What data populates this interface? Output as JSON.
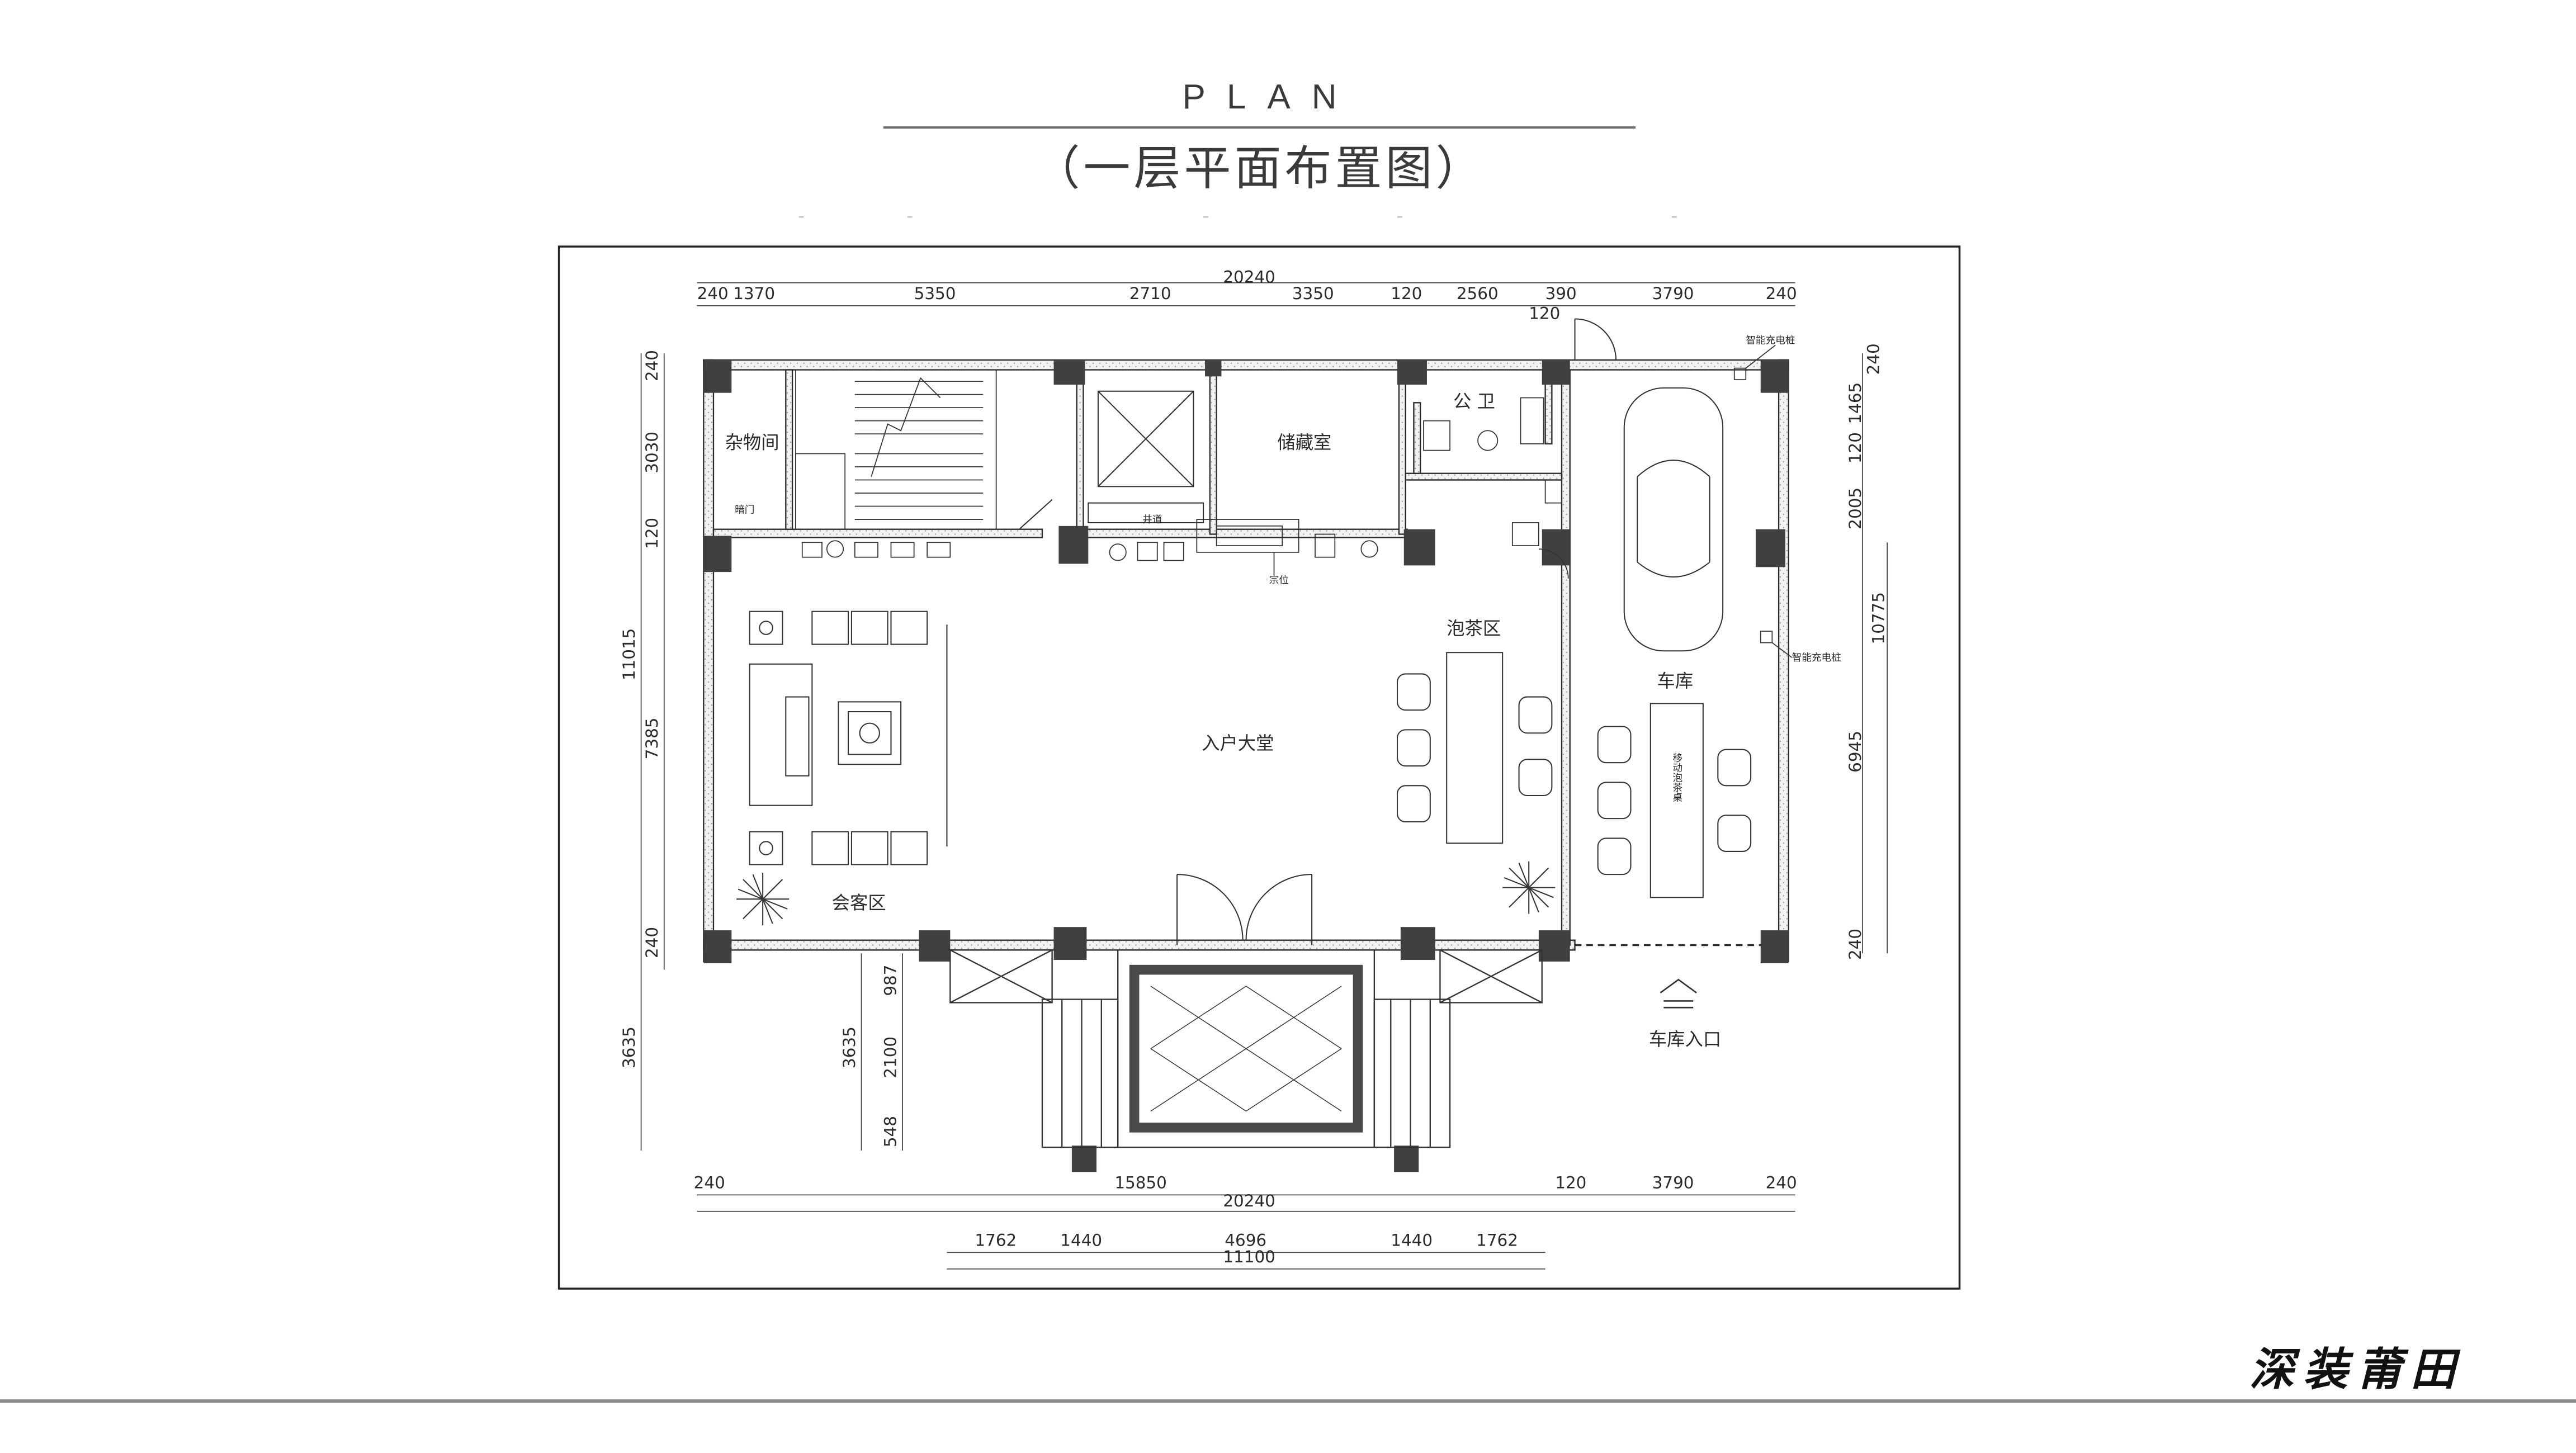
{
  "header": {
    "title": "PLAN",
    "subtitle": "（一层平面布置图）"
  },
  "brand": "深装莆田",
  "rooms": {
    "storage_misc": "杂物间",
    "storage": "储藏室",
    "public_wc": "公 卫",
    "tea_area": "泡茶区",
    "lobby": "入户大堂",
    "reception": "会客区",
    "garage": "车库",
    "garage_entrance": "车库入口"
  },
  "labels": {
    "hidden_door": "暗门",
    "shaft": "井道",
    "shrine": "宗位",
    "charger_top": "智能充电桩",
    "charger_mid": "智能充电桩",
    "mobile_tea_table": "移动泡茶桌"
  },
  "dimensions": {
    "top_total": "20240",
    "top": [
      "240",
      "1370",
      "5350",
      "2710",
      "3350",
      "120",
      "2560",
      "390",
      "3790",
      "240"
    ],
    "top_sub": "120",
    "left_total": "11015",
    "left": [
      "240",
      "3030",
      "120",
      "7385",
      "240"
    ],
    "left_outer": "3635",
    "steps": [
      "987",
      "2100",
      "548"
    ],
    "steps_total": "3635",
    "right": [
      "240",
      "1465",
      "120",
      "2005",
      "6945",
      "240"
    ],
    "right_total": "10775",
    "bottom_upper": [
      "240",
      "15850",
      "120",
      "3790",
      "240"
    ],
    "bottom_total": "20240",
    "bottom_lower": [
      "1762",
      "1440",
      "4696",
      "1440",
      "1762"
    ],
    "bottom_lower_total": "11100"
  },
  "colors": {
    "line": "#2b2b2b",
    "column": "#404040",
    "wall_fill": "#eeeeee",
    "accent_rule": "#6b6b6b"
  }
}
